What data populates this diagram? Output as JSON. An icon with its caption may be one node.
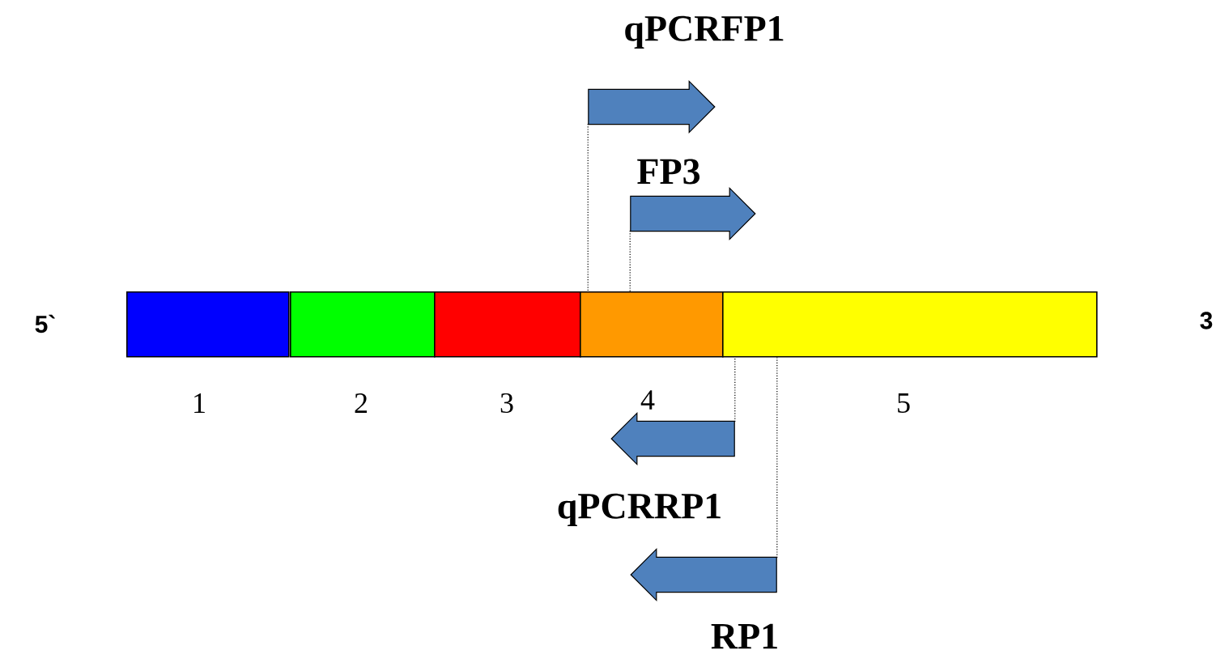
{
  "diagram": {
    "nodes": [
      {
        "text": [],
        "shape": "box"
      },
      {
        "text": [],
        "shape": "box"
      },
      {
        "text": [],
        "shape": "box"
      },
      {
        "text": [],
        "shape": "box"
      },
      {
        "text": [],
        "shape": "box"
      },
      {
        "text": [
          "qPCRFP1"
        ]
      },
      {
        "text": [
          "FP3"
        ]
      },
      {
        "text": [
          "qPCRRP1"
        ]
      },
      {
        "text": [
          "RP1"
        ]
      }
    ],
    "edges": [
      {
        "from": 5,
        "to": 3,
        "arrow": "none",
        "style": "dashed"
      },
      {
        "from": 6,
        "to": 3,
        "arrow": "none",
        "style": "dashed"
      },
      {
        "from": 7,
        "to": 4,
        "arrow": "none",
        "style": "dashed"
      },
      {
        "from": 8,
        "to": 4,
        "arrow": "none",
        "style": "dashed"
      }
    ],
    "labels": [
      "5`",
      "1",
      "2",
      "3",
      "4",
      "5",
      "3"
    ]
  }
}
